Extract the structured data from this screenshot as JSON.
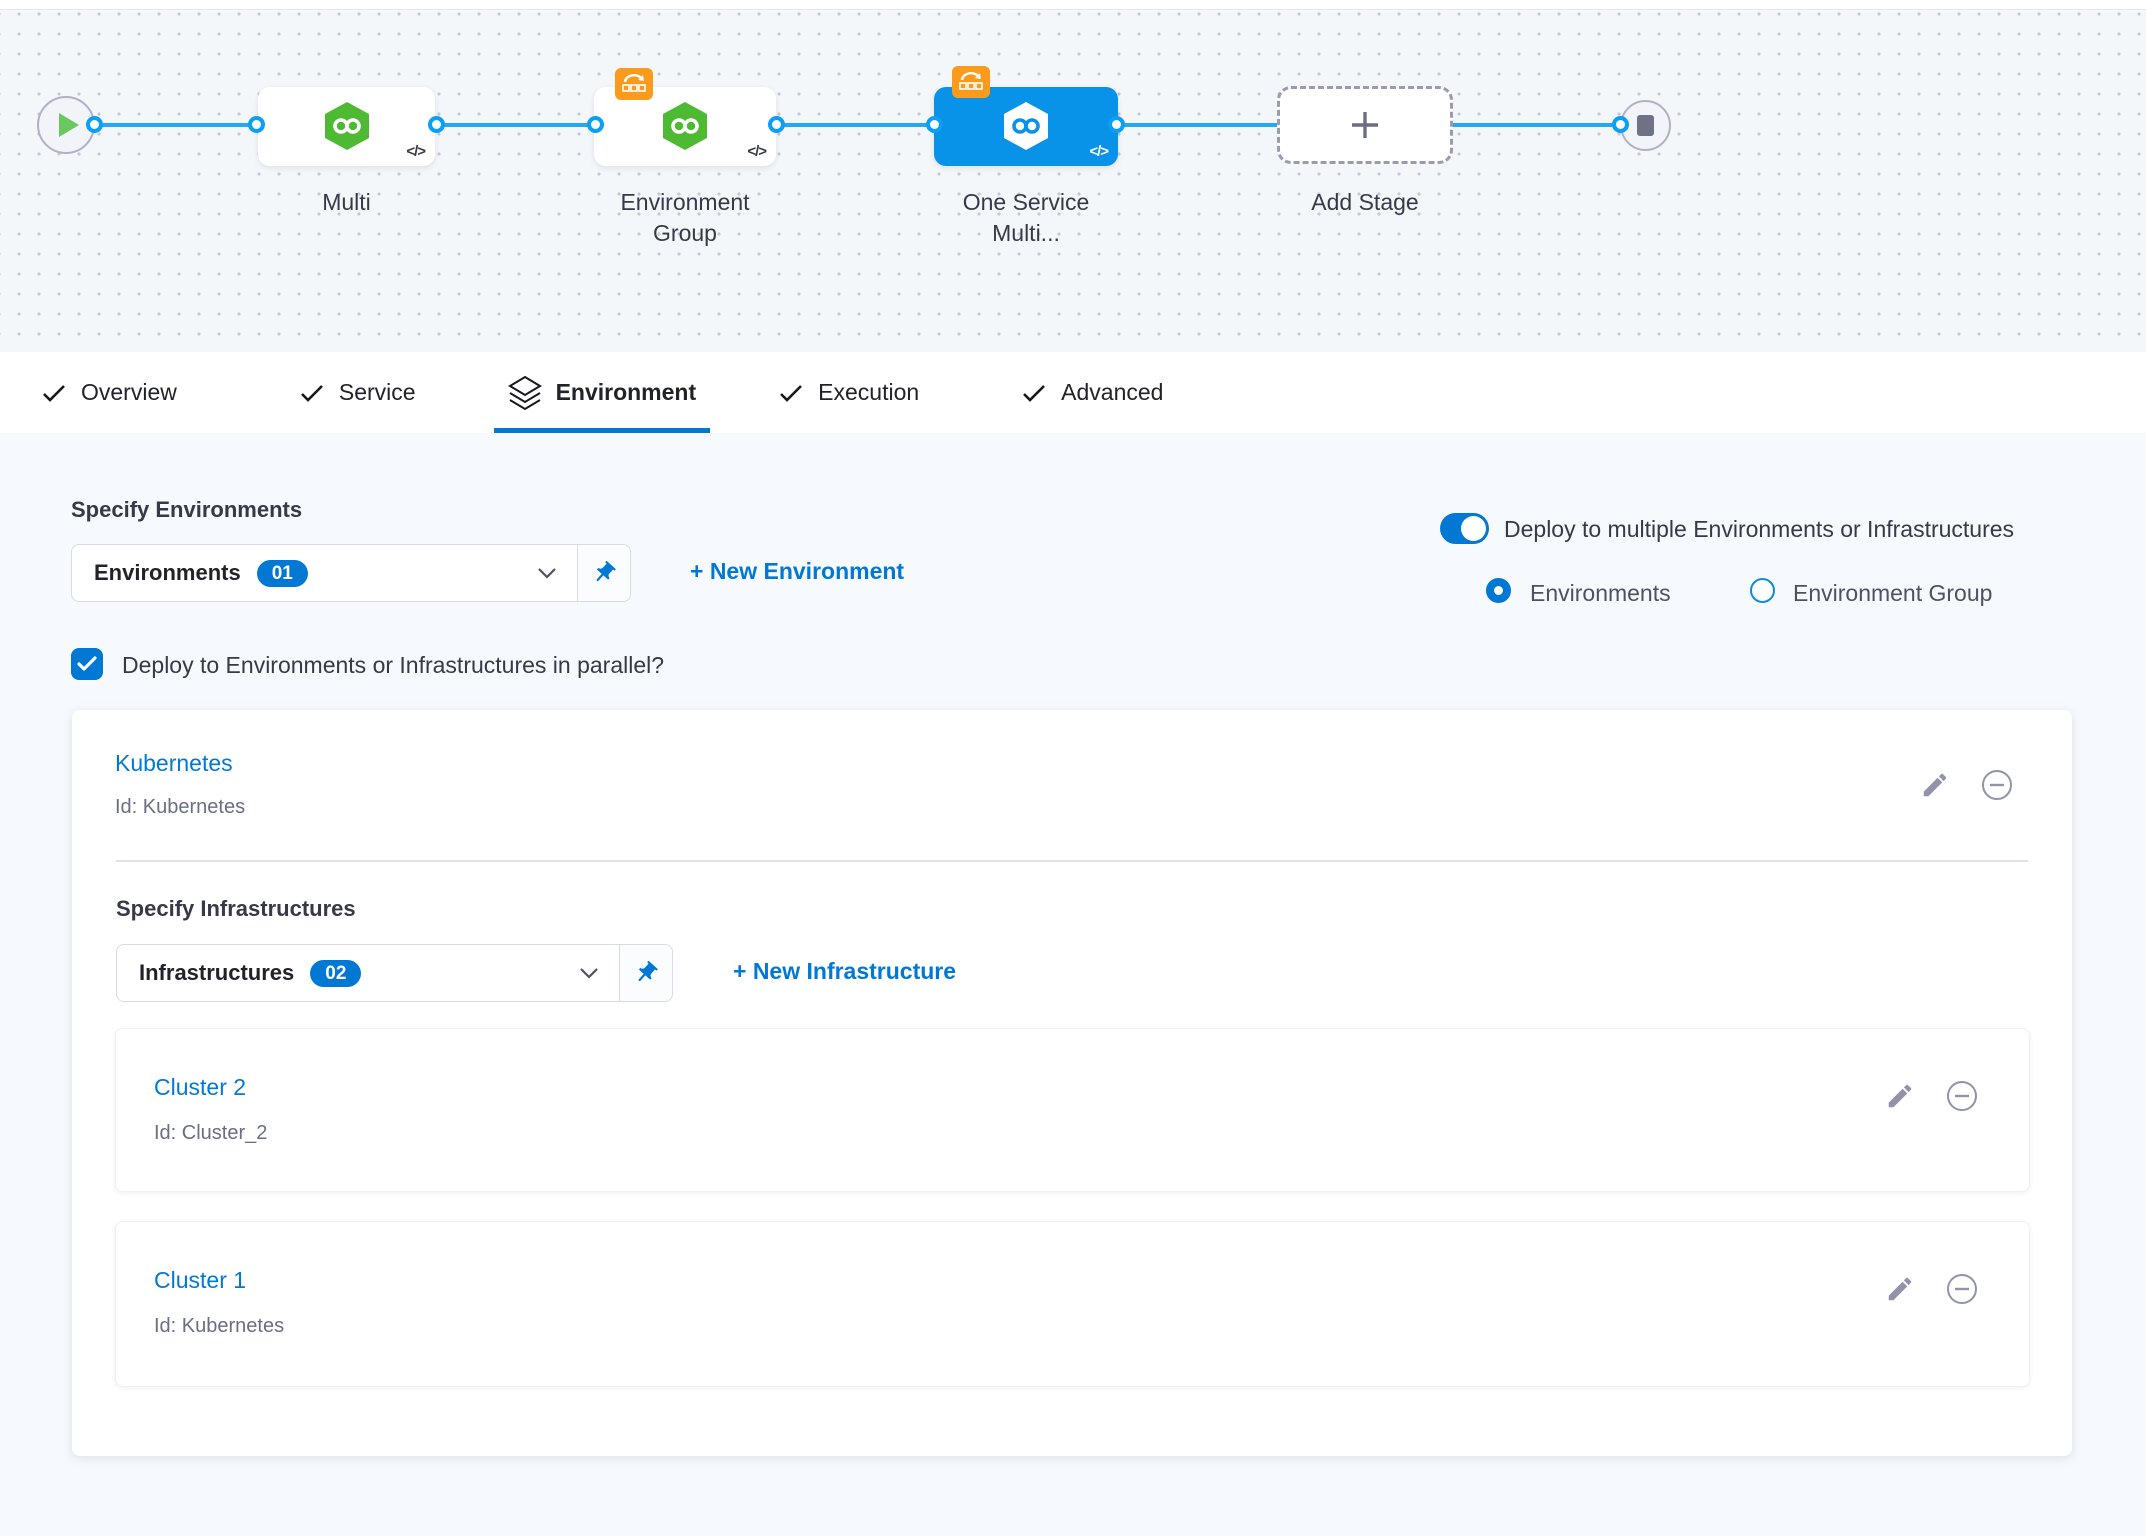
{
  "pipeline": {
    "code_glyph": "</>",
    "nodes": {
      "multi": {
        "label": "Multi"
      },
      "environment_group": {
        "label": "Environment Group"
      },
      "one_service": {
        "label": "One Service Multi..."
      },
      "add_stage": {
        "label": "Add Stage"
      }
    }
  },
  "tabs": {
    "overview": "Overview",
    "service": "Service",
    "environment": "Environment",
    "execution": "Execution",
    "advanced": "Advanced"
  },
  "environments": {
    "heading": "Specify Environments",
    "dropdown_value": "Environments",
    "dropdown_badge": "01",
    "new_link": "+ New Environment",
    "toggle_label": "Deploy to multiple Environments or Infrastructures",
    "radio_environments": "Environments",
    "radio_environment_group": "Environment Group",
    "parallel_checkbox_label": "Deploy to Environments or Infrastructures in parallel?"
  },
  "environment_card": {
    "title": "Kubernetes",
    "id": "Id: Kubernetes",
    "infrastructures": {
      "heading": "Specify Infrastructures",
      "dropdown_value": "Infrastructures",
      "dropdown_badge": "02",
      "new_link": "+ New Infrastructure",
      "clusters": [
        {
          "title": "Cluster 2",
          "id": "Id: Cluster_2"
        },
        {
          "title": "Cluster 1",
          "id": "Id: Kubernetes"
        }
      ]
    }
  },
  "colors": {
    "primary_blue": "#0278d5",
    "selected_node_blue": "#0892e8",
    "connector_blue": "#23a9f3",
    "cd_green": "#4eb932",
    "propagate_orange": "#fa9b1e",
    "icon_gray": "#9293ab"
  }
}
